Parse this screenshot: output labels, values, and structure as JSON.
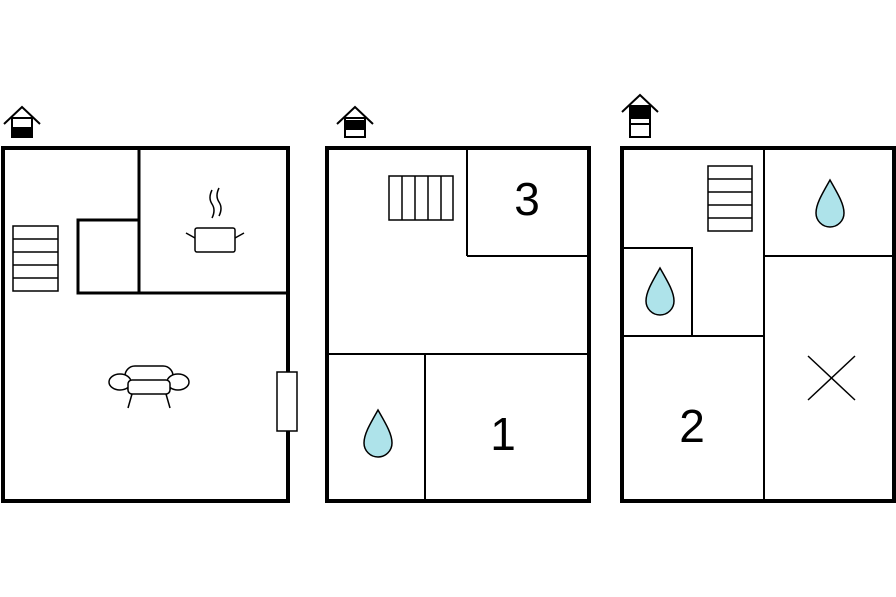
{
  "floors": [
    {
      "level_icon": "house-level-ground-icon",
      "rooms": [
        {
          "type": "staircase",
          "icon": "staircase-icon"
        },
        {
          "type": "closet",
          "icon": ""
        },
        {
          "type": "kitchen",
          "icon": "cooking-pot-icon"
        },
        {
          "type": "living-room",
          "icon": "sofa-icon"
        },
        {
          "type": "entrance-door",
          "icon": "door-icon"
        }
      ]
    },
    {
      "level_icon": "house-level-first-icon",
      "rooms": [
        {
          "type": "hallway",
          "icon": "staircase-icon"
        },
        {
          "type": "bedroom",
          "label": "3"
        },
        {
          "type": "bathroom",
          "icon": "water-drop-icon"
        },
        {
          "type": "bedroom",
          "label": "1"
        }
      ]
    },
    {
      "level_icon": "house-level-second-icon",
      "rooms": [
        {
          "type": "hallway",
          "icon": "staircase-icon"
        },
        {
          "type": "bathroom",
          "icon": "water-drop-icon"
        },
        {
          "type": "bathroom",
          "icon": "water-drop-icon"
        },
        {
          "type": "bedroom",
          "label": "2"
        },
        {
          "type": "loft",
          "icon": "cross-icon"
        }
      ]
    }
  ],
  "colors": {
    "wall": "#000000",
    "water": "#aee3ea",
    "background": "#ffffff"
  }
}
